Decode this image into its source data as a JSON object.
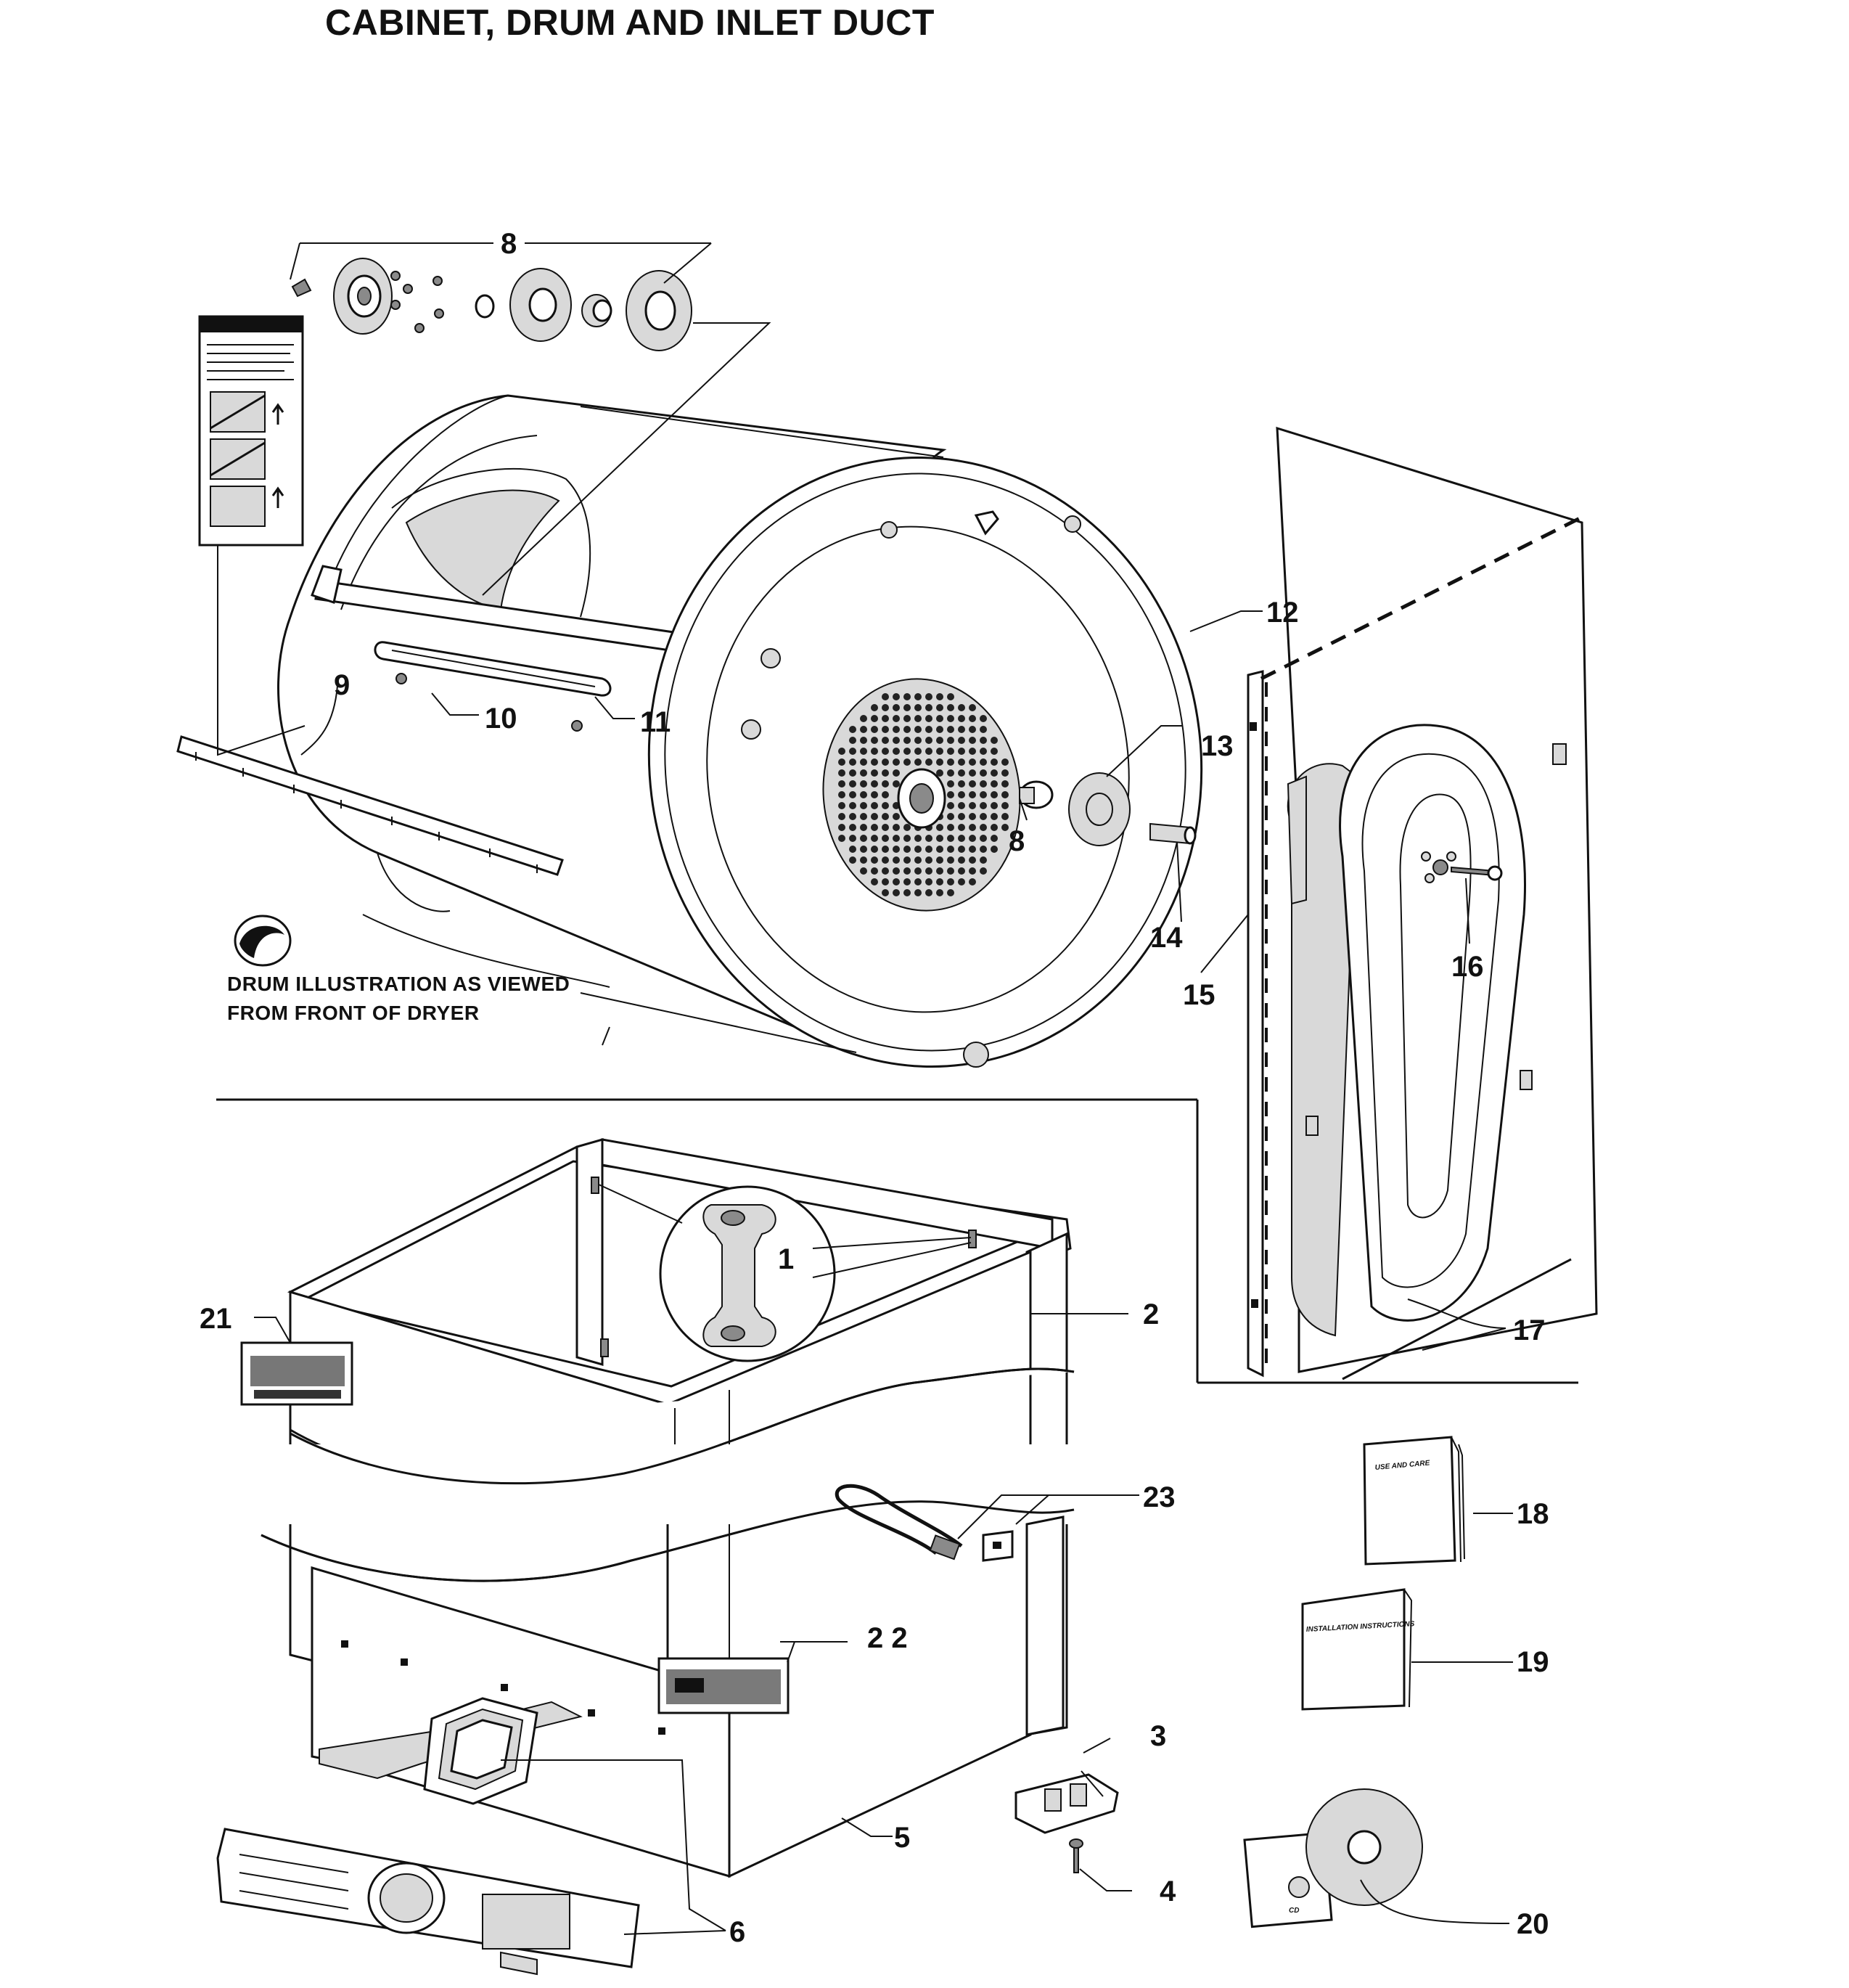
{
  "title": "CABINET, DRUM AND INLET DUCT",
  "drum_note": {
    "line1": "DRUM ILLUSTRATION AS VIEWED",
    "line2": "FROM FRONT OF DRYER"
  },
  "booklets": {
    "use_and_care": "USE AND CARE",
    "installation": "INSTALLATION INSTRUCTIONS",
    "cd": "CD"
  },
  "callouts": {
    "c8_top": "8",
    "c9": "9",
    "c10": "10",
    "c11": "11",
    "c12": "12",
    "c13": "13",
    "c8_mid": "8",
    "c14": "14",
    "c15": "15",
    "c16": "16",
    "c17": "17",
    "c1": "1",
    "c2": "2",
    "c21": "21",
    "c23": "23",
    "c18": "18",
    "c19": "19",
    "c22": "2 2",
    "c3": "3",
    "c5": "5",
    "c4": "4",
    "c20": "20",
    "c6": "6"
  }
}
